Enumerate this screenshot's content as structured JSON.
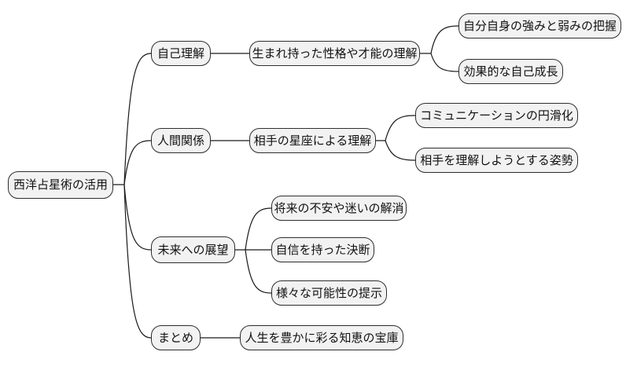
{
  "theme": {
    "bg": "#ffffff",
    "node_fill": "#f2f2f2",
    "node_border": "#2e2e2e",
    "line_color": "#1a1a1a",
    "text_color": "#111111"
  },
  "mindmap": {
    "root": {
      "label": "西洋占星術の活用"
    },
    "branches": [
      {
        "label": "自己理解",
        "children": [
          {
            "label": "生まれ持った性格や才能の理解",
            "children": [
              {
                "label": "自分自身の強みと弱みの把握"
              },
              {
                "label": "効果的な自己成長"
              }
            ]
          }
        ]
      },
      {
        "label": "人間関係",
        "children": [
          {
            "label": "相手の星座による理解",
            "children": [
              {
                "label": "コミュニケーションの円滑化"
              },
              {
                "label": "相手を理解しようとする姿勢"
              }
            ]
          }
        ]
      },
      {
        "label": "未来への展望",
        "children": [
          {
            "label": "将来の不安や迷いの解消"
          },
          {
            "label": "自信を持った決断"
          },
          {
            "label": "様々な可能性の提示"
          }
        ]
      },
      {
        "label": "まとめ",
        "children": [
          {
            "label": "人生を豊かに彩る知恵の宝庫"
          }
        ]
      }
    ]
  }
}
